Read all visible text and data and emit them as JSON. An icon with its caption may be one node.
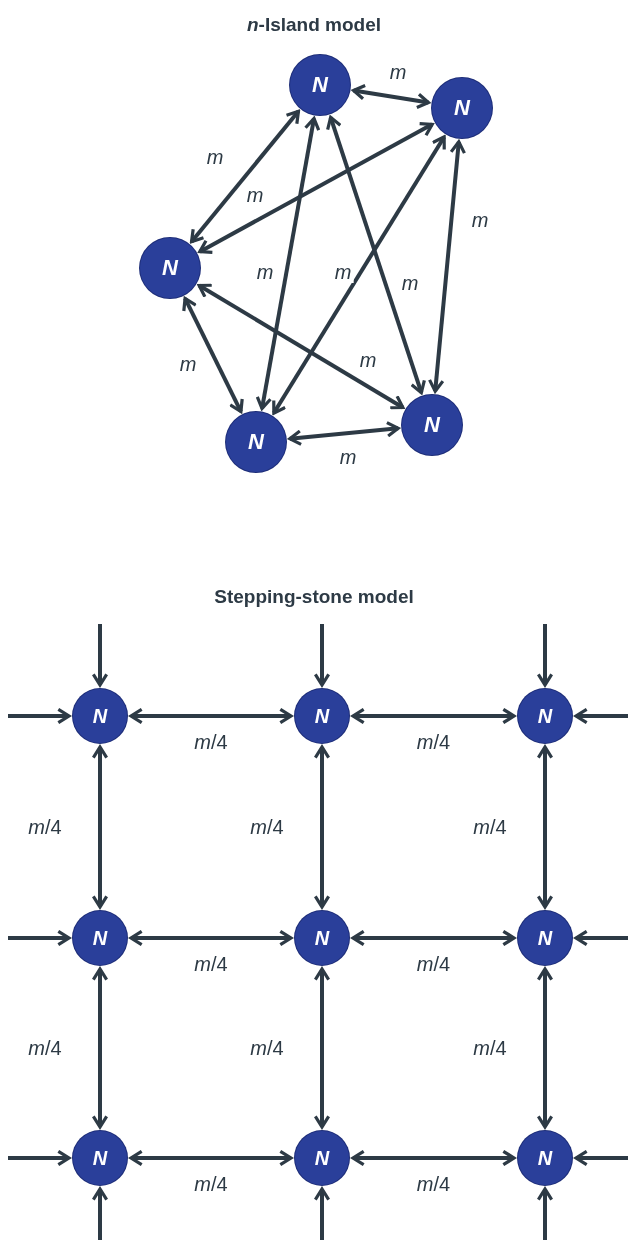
{
  "diagram": {
    "nodes": [
      {
        "text": [
          "N"
        ]
      },
      {
        "text": [
          "N"
        ]
      },
      {
        "text": [
          "N"
        ]
      },
      {
        "text": [
          "N"
        ]
      },
      {
        "text": [
          "N"
        ]
      },
      {
        "text": [
          "N"
        ]
      },
      {
        "text": [
          "N"
        ]
      },
      {
        "text": [
          "N"
        ]
      },
      {
        "text": [
          "N"
        ]
      },
      {
        "text": [
          "N"
        ]
      },
      {
        "text": [
          "N"
        ]
      },
      {
        "text": [
          "N"
        ]
      },
      {
        "text": [
          "N"
        ]
      },
      {
        "text": [
          "N"
        ]
      }
    ],
    "edges": [
      {
        "from": 0,
        "to": 1,
        "arrow": "both",
        "label": "m"
      },
      {
        "from": 0,
        "to": 2,
        "arrow": "both",
        "label": "m"
      },
      {
        "from": 1,
        "to": 2,
        "arrow": "both",
        "label": "m"
      },
      {
        "from": 0,
        "to": 3,
        "arrow": "both",
        "label": "m"
      },
      {
        "from": 1,
        "to": 3,
        "arrow": "both",
        "label": "m"
      },
      {
        "from": 0,
        "to": 4,
        "arrow": "both",
        "label": "m"
      },
      {
        "from": 1,
        "to": 4,
        "arrow": "both",
        "label": "m"
      },
      {
        "from": 2,
        "to": 3,
        "arrow": "both",
        "label": "m"
      },
      {
        "from": 2,
        "to": 4,
        "arrow": "both",
        "label": "m"
      },
      {
        "from": 3,
        "to": 4,
        "arrow": "both",
        "label": "m"
      },
      {
        "from": 5,
        "to": 6,
        "arrow": "both",
        "label": "*m*/4"
      },
      {
        "from": 6,
        "to": 7,
        "arrow": "both",
        "label": "*m*/4"
      },
      {
        "from": 8,
        "to": 9,
        "arrow": "both",
        "label": "*m*/4"
      },
      {
        "from": 9,
        "to": 10,
        "arrow": "both",
        "label": "*m*/4"
      },
      {
        "from": 11,
        "to": 12,
        "arrow": "both",
        "label": "*m*/4"
      },
      {
        "from": 12,
        "to": 13,
        "arrow": "both",
        "label": "*m*/4"
      },
      {
        "from": 5,
        "to": 8,
        "arrow": "both",
        "label": "*m*/4"
      },
      {
        "from": 6,
        "to": 9,
        "arrow": "both",
        "label": "*m*/4"
      },
      {
        "from": 7,
        "to": 10,
        "arrow": "both",
        "label": "*m*/4"
      },
      {
        "from": 8,
        "to": 11,
        "arrow": "both",
        "label": "*m*/4"
      },
      {
        "from": 9,
        "to": 12,
        "arrow": "both",
        "label": "*m*/4"
      },
      {
        "from": 10,
        "to": 13,
        "arrow": "both",
        "label": "*m*/4"
      },
      {
        "from": null,
        "to": 5,
        "arrow": "to"
      },
      {
        "from": null,
        "to": 6,
        "arrow": "to"
      },
      {
        "from": null,
        "to": 7,
        "arrow": "to"
      },
      {
        "from": null,
        "to": 5,
        "arrow": "to"
      },
      {
        "from": null,
        "to": 8,
        "arrow": "to"
      },
      {
        "from": null,
        "to": 11,
        "arrow": "to"
      },
      {
        "from": null,
        "to": 7,
        "arrow": "to"
      },
      {
        "from": null,
        "to": 10,
        "arrow": "to"
      },
      {
        "from": null,
        "to": 13,
        "arrow": "to"
      },
      {
        "from": null,
        "to": 11,
        "arrow": "to"
      },
      {
        "from": null,
        "to": 12,
        "arrow": "to"
      },
      {
        "from": null,
        "to": 13,
        "arrow": "to"
      }
    ],
    "labels": [
      "*n*-Island model",
      "Stepping-stone model"
    ]
  }
}
